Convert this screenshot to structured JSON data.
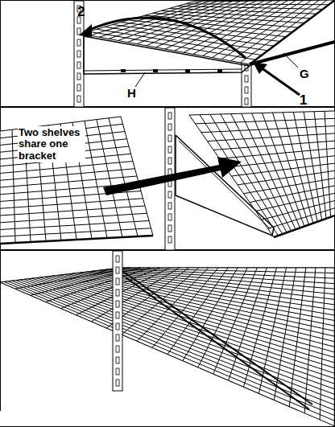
{
  "diagram": {
    "labels": [
      "2",
      "G",
      "H",
      "1",
      "Two shelves share one bracket"
    ]
  }
}
